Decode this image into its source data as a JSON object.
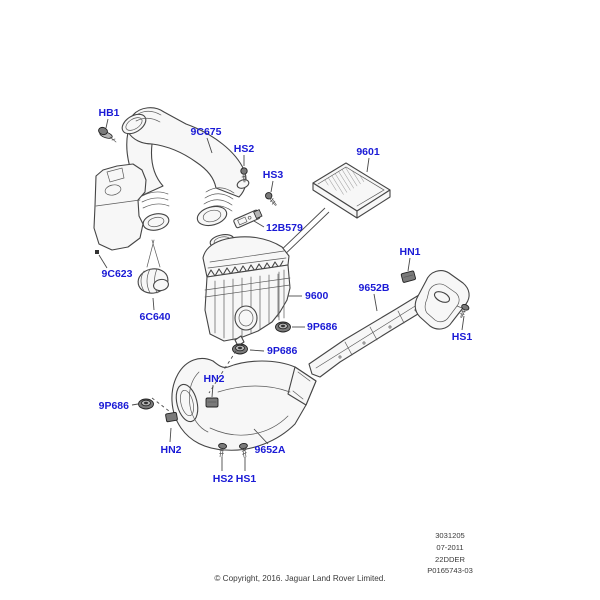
{
  "diagram": {
    "description": "Exploded parts diagram - air intake / air cleaner system",
    "colors": {
      "label_blue": "#1a1ad6",
      "line": "#454545",
      "background": "#ffffff",
      "footer_text": "#3a3a3a"
    },
    "callouts": [
      {
        "id": "HB1",
        "text": "HB1"
      },
      {
        "id": "9C675",
        "text": "9C675"
      },
      {
        "id": "HS2-top",
        "text": "HS2"
      },
      {
        "id": "HS3",
        "text": "HS3"
      },
      {
        "id": "9601",
        "text": "9601"
      },
      {
        "id": "12B579",
        "text": "12B579"
      },
      {
        "id": "9C623",
        "text": "9C623"
      },
      {
        "id": "6C640",
        "text": "6C640"
      },
      {
        "id": "9600",
        "text": "9600"
      },
      {
        "id": "9652B",
        "text": "9652B"
      },
      {
        "id": "HN1",
        "text": "HN1"
      },
      {
        "id": "HS1-right",
        "text": "HS1"
      },
      {
        "id": "9P686-right",
        "text": "9P686"
      },
      {
        "id": "9P686-mid",
        "text": "9P686"
      },
      {
        "id": "9P686-left",
        "text": "9P686"
      },
      {
        "id": "HN2-top",
        "text": "HN2"
      },
      {
        "id": "HN2-bottom",
        "text": "HN2"
      },
      {
        "id": "9652A",
        "text": "9652A"
      },
      {
        "id": "HS2-bottom",
        "text": "HS2"
      },
      {
        "id": "HS1-bottom",
        "text": "HS1"
      }
    ],
    "info_block": {
      "lines": [
        "3031205",
        "07-2011",
        "22DDER",
        "P0165743-03"
      ]
    },
    "copyright": "© Copyright, 2016. Jaguar Land Rover Limited."
  }
}
